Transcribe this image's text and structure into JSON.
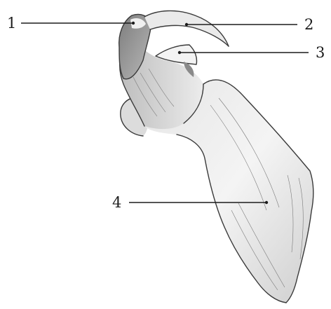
{
  "labels": [
    {
      "id": "1",
      "text": "1"
    },
    {
      "id": "2",
      "text": "2"
    },
    {
      "id": "3",
      "text": "3"
    },
    {
      "id": "4",
      "text": "4"
    }
  ],
  "colors": {
    "ink": "#1c1c1c",
    "bone_light": "#f2f2f2",
    "bone_mid": "#d8d8d8",
    "bone_dark": "#9a9a9a",
    "shadow": "#6b6b6b"
  }
}
